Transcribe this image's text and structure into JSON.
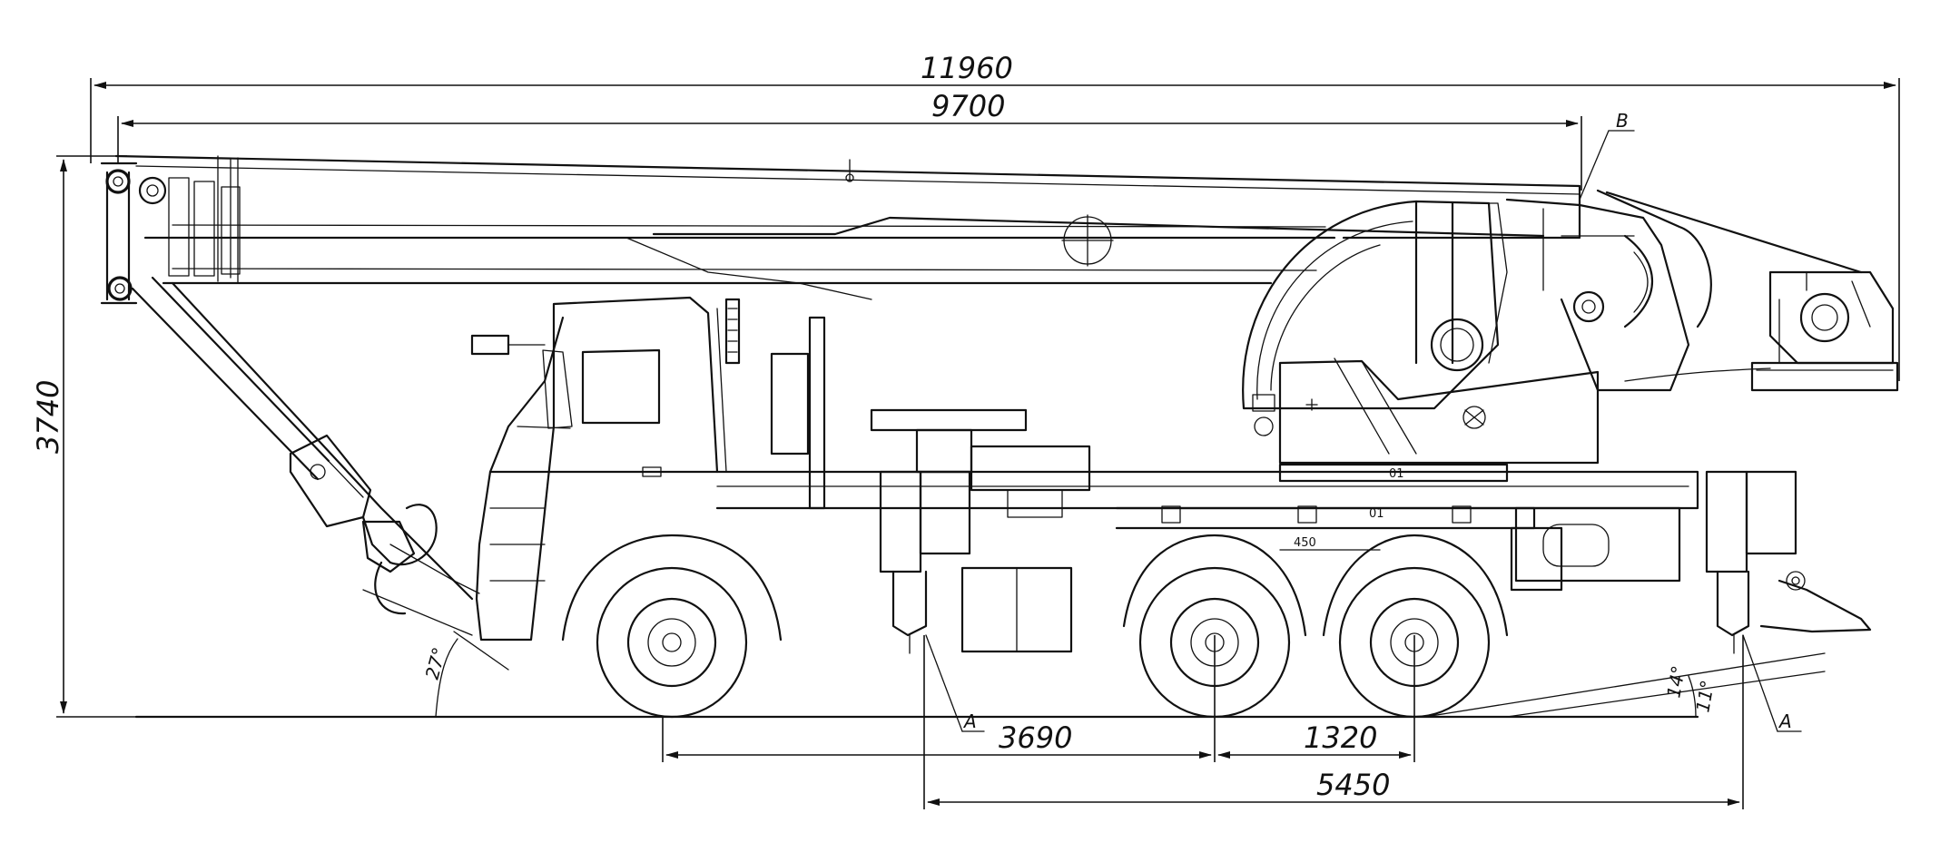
{
  "dimensions": {
    "overall_length": "11960",
    "boom_length": "9700",
    "overall_height": "3740",
    "front_axle_to_bogie": "3690",
    "bogie_spacing": "1320",
    "outrigger_base": "5450",
    "small_450": "450"
  },
  "angles": {
    "approach": "27°",
    "departure_a": "14°",
    "departure_b": "11°"
  },
  "labels": {
    "ref_a_left": "A",
    "ref_a_right": "A",
    "ref_b": "B",
    "mark_01_top": "01",
    "mark_01_bottom": "01"
  }
}
